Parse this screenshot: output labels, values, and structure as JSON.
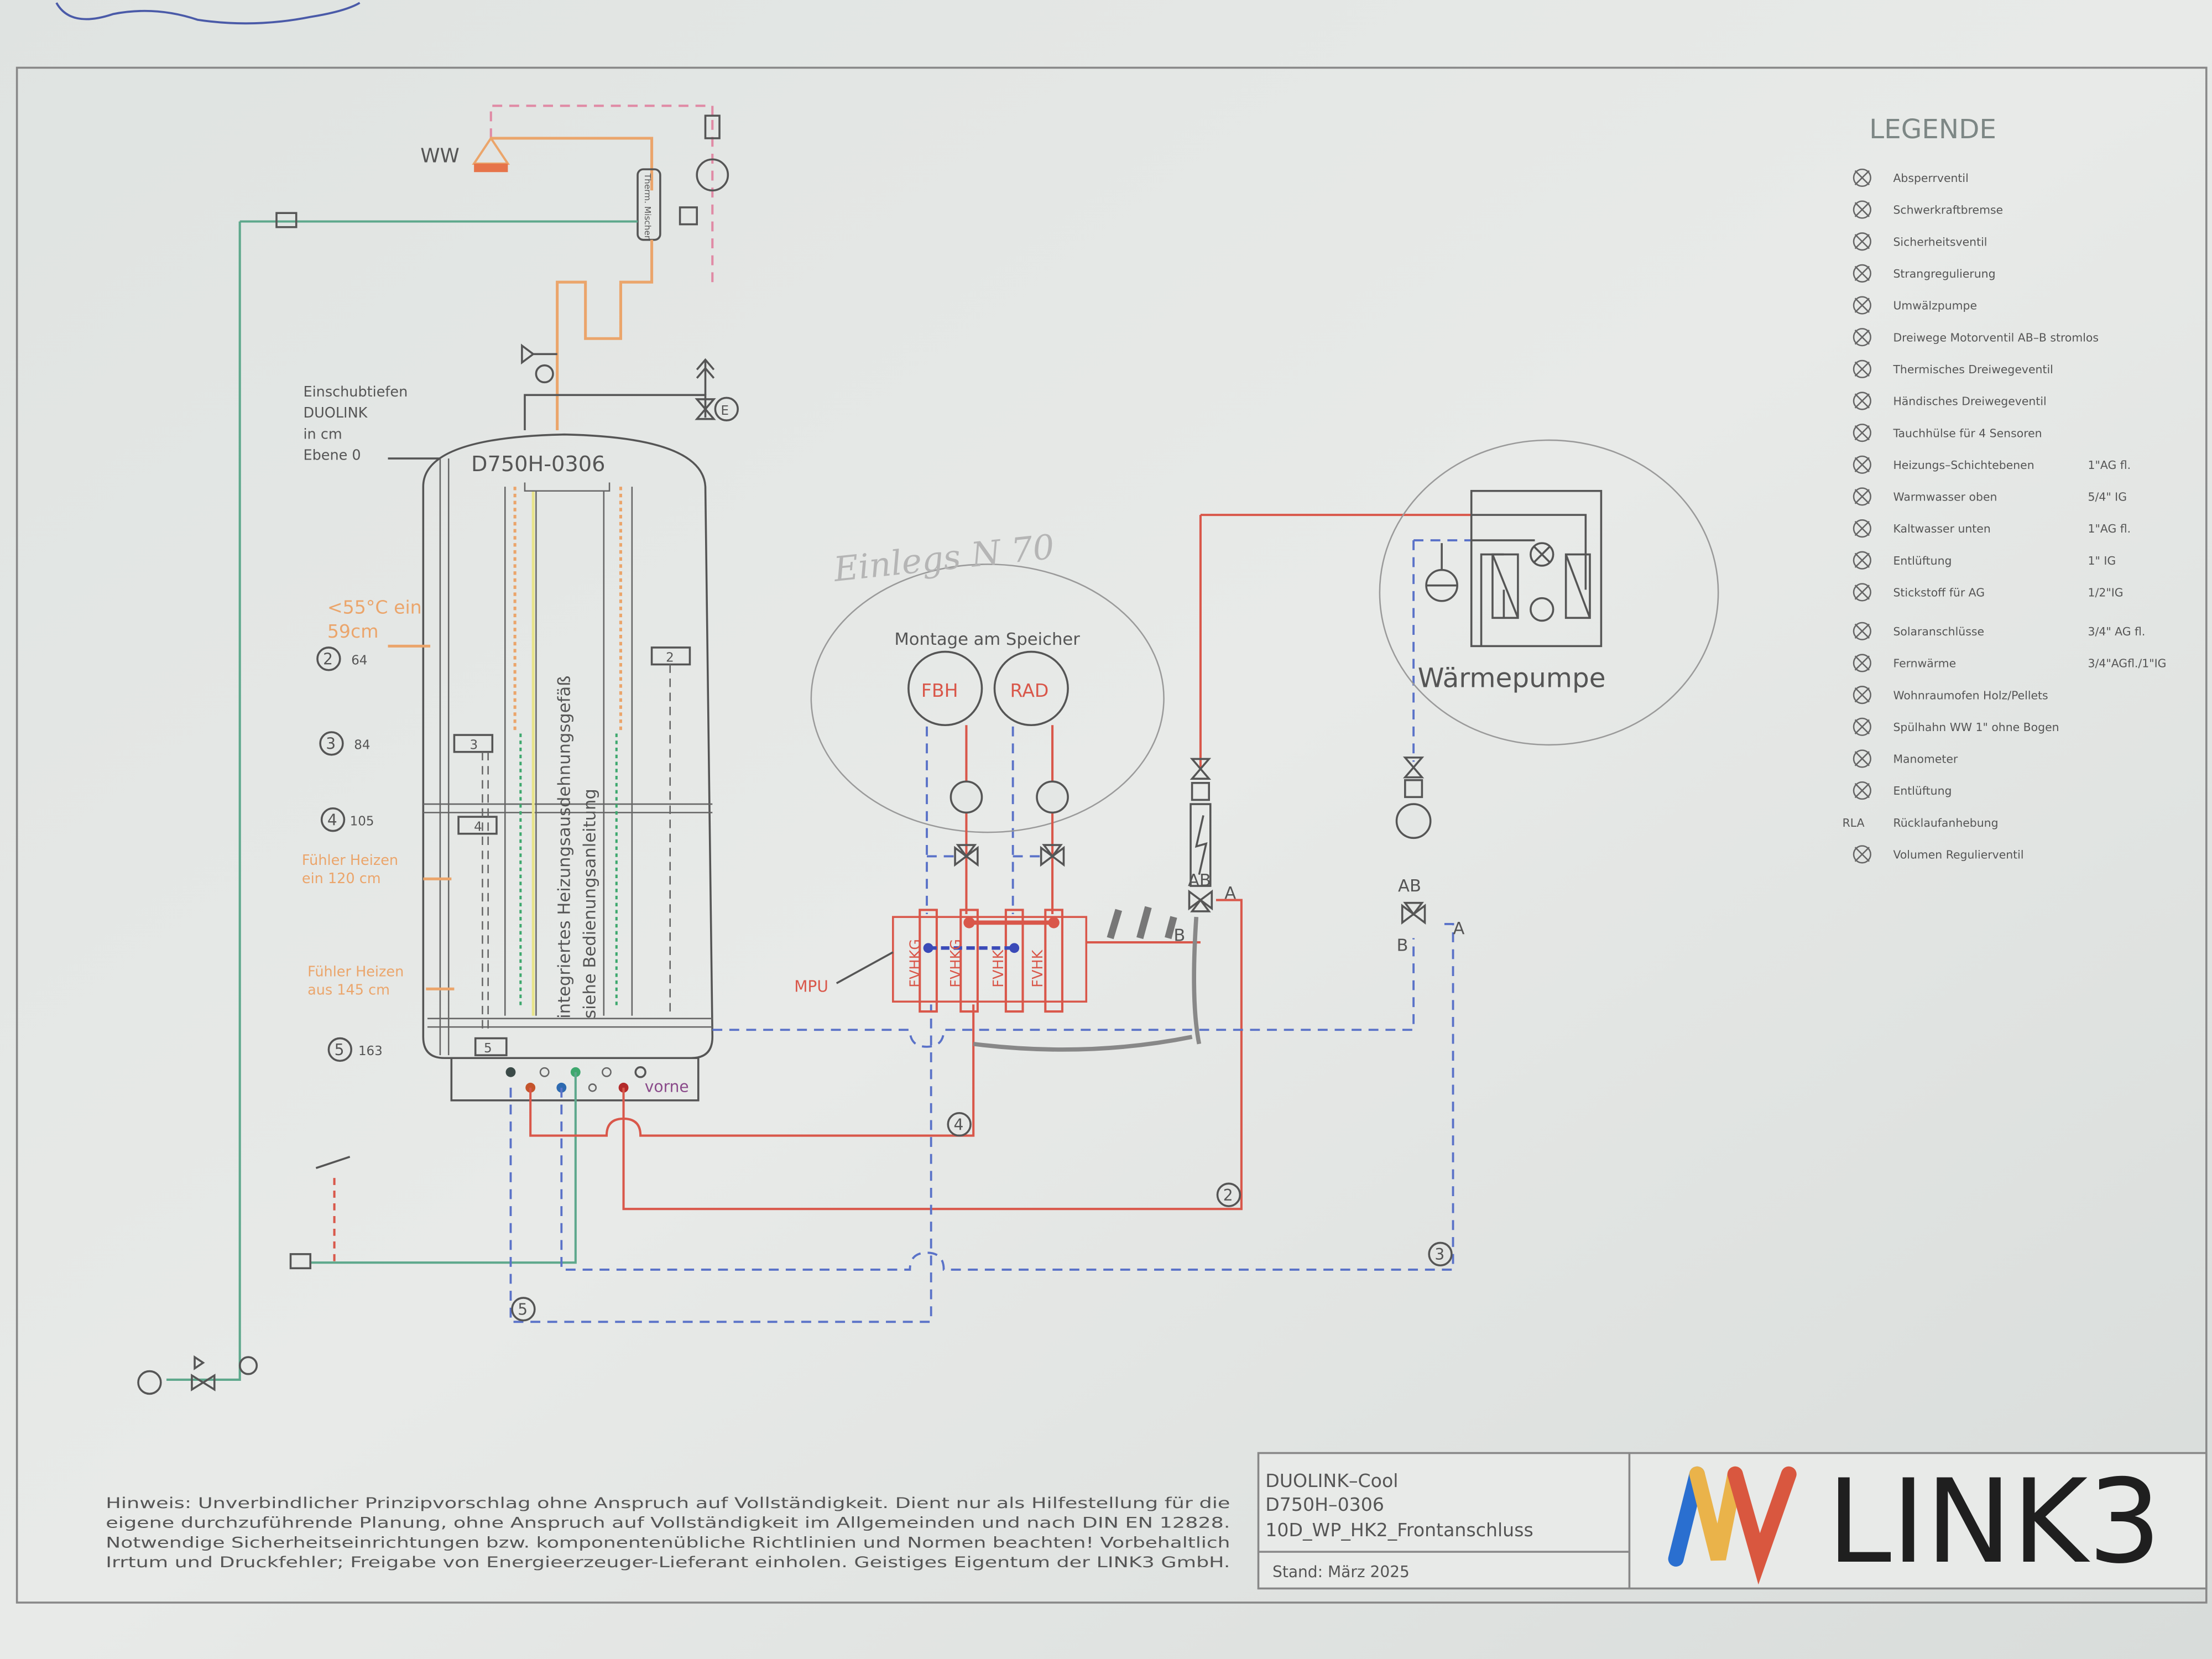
{
  "colors": {
    "paper": "#e3e6e3",
    "line_red": "#d9574a",
    "line_orange": "#eba56b",
    "line_green": "#5ea88c",
    "line_blue": "#5a72c8",
    "logo_blue": "#2a6fd0",
    "logo_yellow": "#eab34a",
    "logo_red": "#d9573f"
  },
  "diagram": {
    "ww_label": "WW",
    "mixer_label": "Therm. Mischer",
    "tank_model": "D750H-0306",
    "depth_note": [
      "Einschubtiefen",
      "DUOLINK",
      "in cm",
      "Ebene 0"
    ],
    "temp_note": [
      "<55°C ein",
      "59cm"
    ],
    "levels": [
      {
        "num": "2",
        "cm": "64"
      },
      {
        "num": "3",
        "cm": "84"
      },
      {
        "num": "4",
        "cm": "105"
      },
      {
        "num": "5",
        "cm": "163"
      }
    ],
    "sensor_on": [
      "Fühler Heizen",
      "ein 120 cm"
    ],
    "sensor_off": [
      "Fühler Heizen",
      "aus 145 cm"
    ],
    "sensor_boxes": [
      "2",
      "3",
      "4",
      "5"
    ],
    "vessel_text": [
      "integriertes Heizungsausdehnungsgefäß",
      "siehe Bedienungsanleitung"
    ],
    "front_label": "vorne",
    "montage_label": "Montage am Speicher",
    "circuits": [
      "FBH",
      "RAD"
    ],
    "mpu_label": "MPU",
    "mpu_ports": [
      "FVHKG",
      "FVHKG",
      "FVHK",
      "FVHK"
    ],
    "valve_labels": {
      "ab": "AB",
      "a": "A",
      "b": "B"
    },
    "heatpump_label": "Wärmepumpe",
    "connection_markers": [
      "4",
      "2",
      "3",
      "5"
    ],
    "handwritten_note": "Einlegs N 70"
  },
  "legend": {
    "title": "LEGENDE",
    "items": [
      {
        "icon": "shutoff-valve-icon",
        "label": "Absperrventil",
        "size": ""
      },
      {
        "icon": "gravity-brake-icon",
        "label": "Schwerkraftbremse",
        "size": ""
      },
      {
        "icon": "safety-valve-icon",
        "label": "Sicherheitsventil",
        "size": ""
      },
      {
        "icon": "balancing-valve-icon",
        "label": "Strangregulierung",
        "size": ""
      },
      {
        "icon": "circulation-pump-icon",
        "label": "Umwälzpumpe",
        "size": ""
      },
      {
        "icon": "motor-3way-valve-icon",
        "label": "Dreiwege Motorventil AB–B stromlos",
        "size": ""
      },
      {
        "icon": "thermal-3way-valve-icon",
        "label": "Thermisches Dreiwegeventil",
        "size": ""
      },
      {
        "icon": "manual-3way-valve-icon",
        "label": "Händisches Dreiwegeventil",
        "size": ""
      },
      {
        "icon": "sensor-sleeve-icon",
        "label": "Tauchhülse für 4 Sensoren",
        "size": ""
      },
      {
        "icon": "heating-layers-icon",
        "label": "Heizungs–Schichtebenen",
        "size": "1\"AG fl."
      },
      {
        "icon": "hot-water-icon",
        "label": "Warmwasser oben",
        "size": "5/4\" IG"
      },
      {
        "icon": "cold-water-icon",
        "label": "Kaltwasser unten",
        "size": "1\"AG fl."
      },
      {
        "icon": "vent-e-icon",
        "label": "Entlüftung",
        "size": "1\" IG"
      },
      {
        "icon": "nitrogen-icon",
        "label": "Stickstoff für AG",
        "size": "1/2\"IG"
      },
      {
        "icon": "solar-connection-icon",
        "label": "Solaranschlüsse",
        "size": "3/4\" AG fl."
      },
      {
        "icon": "district-heat-icon",
        "label": "Fernwärme",
        "size": "3/4\"AGfl./1\"IG"
      },
      {
        "icon": "stove-icon",
        "label": "Wohnraumofen Holz/Pellets",
        "size": ""
      },
      {
        "icon": "flush-tap-icon",
        "label": "Spülhahn WW 1\" ohne Bogen",
        "size": ""
      },
      {
        "icon": "manometer-icon",
        "label": "Manometer",
        "size": ""
      },
      {
        "icon": "air-vent-icon",
        "label": "Entlüftung",
        "size": ""
      },
      {
        "icon": "rla-icon",
        "label": "Rücklaufanhebung",
        "size": "",
        "symbol_text": "RLA"
      },
      {
        "icon": "volume-valve-icon",
        "label": "Volumen Regulierventil",
        "size": ""
      }
    ]
  },
  "footer": {
    "notice": [
      "Hinweis: Unverbindlicher Prinzipvorschlag ohne Anspruch auf Vollständigkeit. Dient nur als Hilfestellung für die",
      "eigene durchzuführende Planung, ohne Anspruch auf Vollständigkeit im Allgemeinden und nach DIN EN 12828.",
      "Notwendige Sicherheitseinrichtungen bzw. komponentenübliche Richtlinien und Normen beachten! Vorbehaltlich",
      "Irrtum und Druckfehler; Freigabe von Energieerzeuger-Lieferant einholen. Geistiges Eigentum der LINK3 GmbH."
    ],
    "title_lines": [
      "DUOLINK–Cool",
      "D750H–0306",
      "10D_WP_HK2_Frontanschluss"
    ],
    "date": "Stand: März 2025",
    "logo_text": "LINK3"
  }
}
